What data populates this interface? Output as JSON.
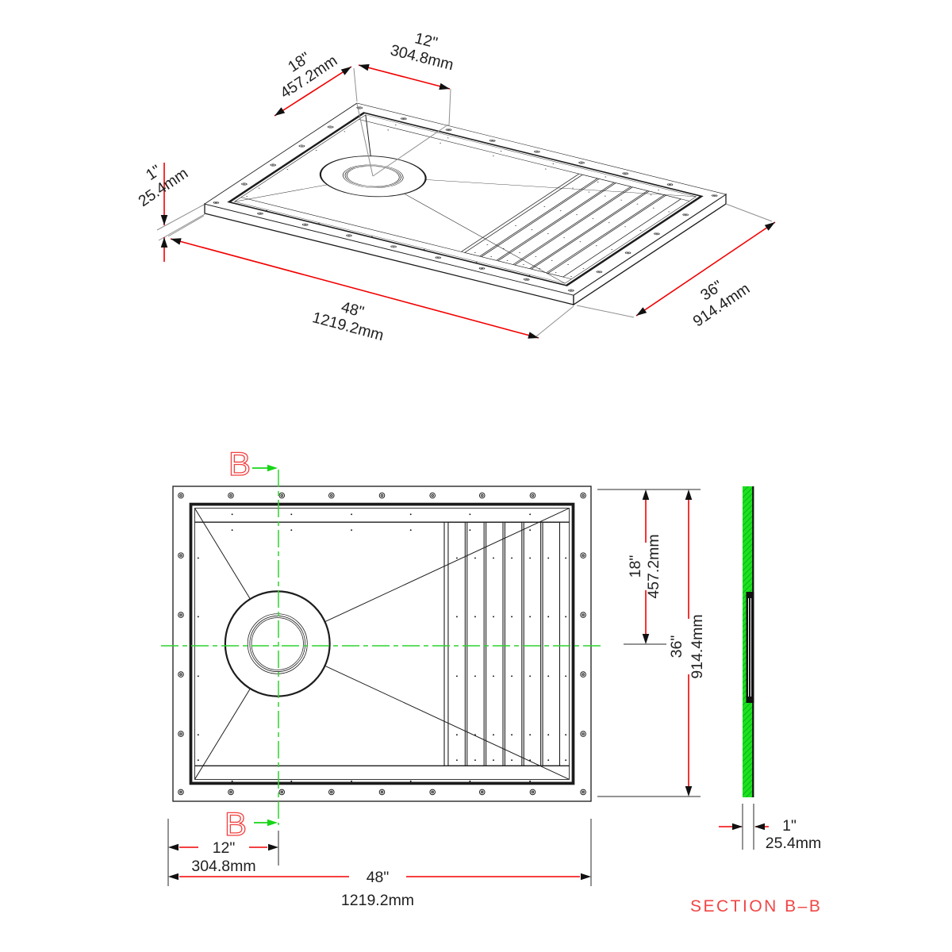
{
  "drawing_title": "shower pan technical drawing",
  "colors": {
    "dimension_red": "#f20000",
    "section_green": "#1ee01e",
    "centerline_green": "#2ed32e",
    "line_ink": "#1c1c1c",
    "label_red": "#f24545"
  },
  "iso_dims": {
    "d18": {
      "in": "18\"",
      "mm": "457.2mm"
    },
    "d12": {
      "in": "12\"",
      "mm": "304.8mm"
    },
    "d1": {
      "in": "1\"",
      "mm": "25.4mm"
    },
    "d48": {
      "in": "48\"",
      "mm": "1219.2mm"
    },
    "d36": {
      "in": "36\"",
      "mm": "914.4mm"
    }
  },
  "plan_dims": {
    "d12": {
      "in": "12\"",
      "mm": "304.8mm"
    },
    "d48": {
      "in": "48\"",
      "mm": "1219.2mm"
    },
    "d18": {
      "in": "18\"",
      "mm": "457.2mm"
    },
    "d36": {
      "in": "36\"",
      "mm": "914.4mm"
    }
  },
  "section_dims": {
    "d1": {
      "in": "1\"",
      "mm": "25.4mm"
    }
  },
  "section_label": {
    "title": "SECTION B–B"
  },
  "cut_line": {
    "top": "B",
    "bottom": "B"
  }
}
